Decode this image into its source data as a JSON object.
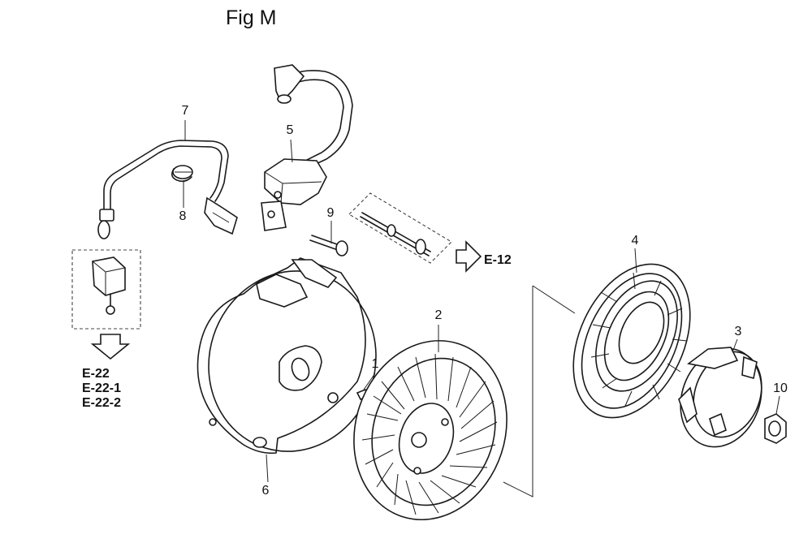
{
  "figure": {
    "title": "Fig M"
  },
  "callouts": [
    {
      "id": "1",
      "label": "1"
    },
    {
      "id": "2",
      "label": "2"
    },
    {
      "id": "3",
      "label": "3"
    },
    {
      "id": "4",
      "label": "4"
    },
    {
      "id": "5",
      "label": "5"
    },
    {
      "id": "6",
      "label": "6"
    },
    {
      "id": "7",
      "label": "7"
    },
    {
      "id": "8",
      "label": "8"
    },
    {
      "id": "9",
      "label": "9"
    },
    {
      "id": "10",
      "label": "10"
    }
  ],
  "references": {
    "e12": "E-12",
    "e22": "E-22",
    "e22_1": "E-22-1",
    "e22_2": "E-22-2"
  }
}
